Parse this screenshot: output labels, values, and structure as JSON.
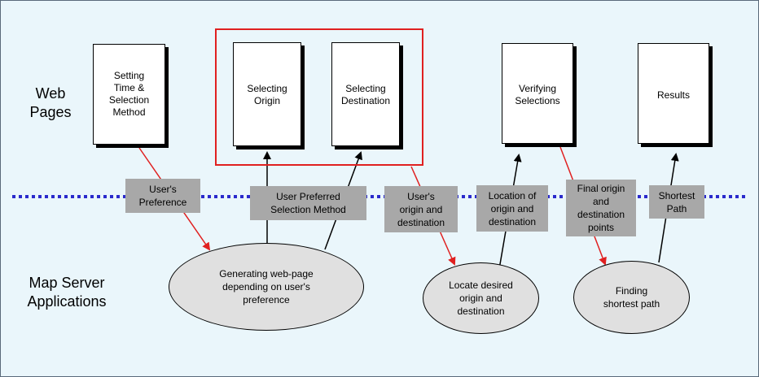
{
  "row_labels": {
    "web_pages": "Web\nPages",
    "map_server": "Map Server\nApplications"
  },
  "pages": {
    "setting_time": "Setting\nTime &\nSelection\nMethod",
    "selecting_origin": "Selecting\nOrigin",
    "selecting_destination": "Selecting\nDestination",
    "verifying": "Verifying\nSelections",
    "results": "Results"
  },
  "flows": {
    "users_preference": "User's\nPreference",
    "user_preferred_method": "User Preferred\nSelection Method",
    "users_origin_destination": "User's\norigin and\ndestination",
    "location_origin_destination": "Location of\norigin and\ndestination",
    "final_points": "Final origin\nand\ndestination\npoints",
    "shortest_path": "Shortest\nPath"
  },
  "processes": {
    "generating": "Generating web-page\ndepending on user's\npreference",
    "locate": "Locate desired\norigin and\ndestination",
    "finding": "Finding\nshortest path"
  },
  "colors": {
    "background": "#eaf6fb",
    "divider": "#2a2acc",
    "red_arrow": "#e02020",
    "black_arrow": "#000000",
    "flow_box": "#a8a8a8",
    "process": "#e0e0e0",
    "group_border": "#e02020"
  }
}
